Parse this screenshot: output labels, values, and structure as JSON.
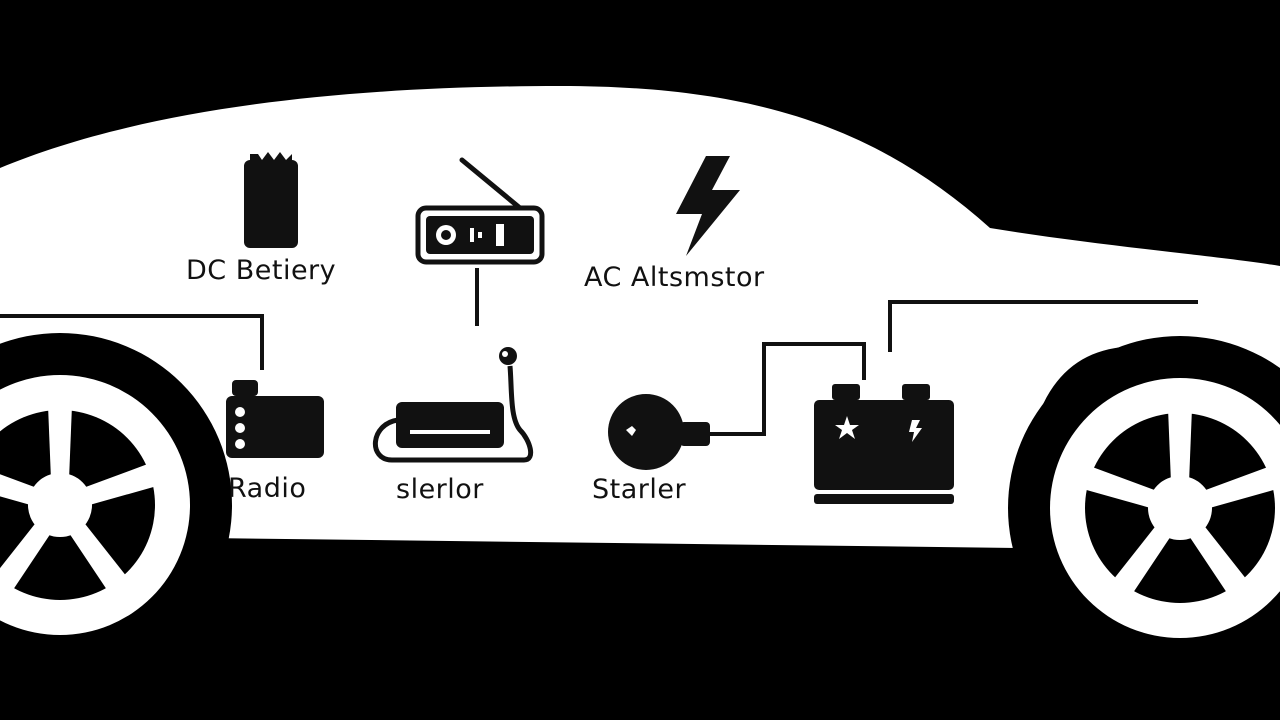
{
  "labels": {
    "dc_battery": "DC Betiery",
    "ac_alternator": "AC Altsmstor",
    "radio": "Radio",
    "slerlor": "slerlor",
    "starter": "Starler"
  },
  "colors": {
    "background": "#000000",
    "car_body": "#ffffff",
    "ink": "#111111"
  },
  "icons": {
    "dc_battery": "cylinder-battery-icon",
    "radio": "portable-radio-icon",
    "ac_alternator": "lightning-bolt-icon",
    "radio_unit": "radio-unit-icon",
    "slerlor": "slerlor-device-icon",
    "starter": "starter-motor-icon",
    "car_battery": "car-battery-icon"
  }
}
